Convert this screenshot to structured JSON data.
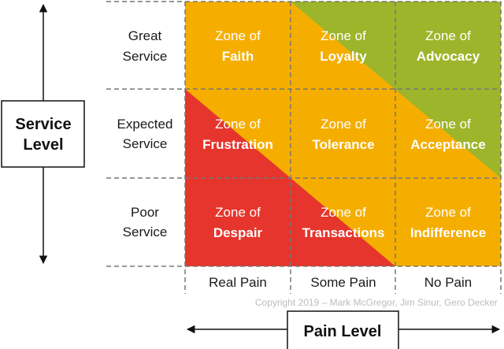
{
  "colors": {
    "orange": "#F5AE00",
    "green": "#9DB52A",
    "red": "#E6352C"
  },
  "y_axis": {
    "label_line1": "Service",
    "label_line2": "Level"
  },
  "x_axis": {
    "label": "Pain Level"
  },
  "rows": [
    {
      "line1": "Great",
      "line2": "Service"
    },
    {
      "line1": "Expected",
      "line2": "Service"
    },
    {
      "line1": "Poor",
      "line2": "Service"
    }
  ],
  "columns": [
    "Real Pain",
    "Some Pain",
    "No Pain"
  ],
  "zone_prefix": "Zone of",
  "zones": [
    [
      "Faith",
      "Loyalty",
      "Advocacy"
    ],
    [
      "Frustration",
      "Tolerance",
      "Acceptance"
    ],
    [
      "Despair",
      "Transactions",
      "Indifference"
    ]
  ],
  "copyright": "Copyright 2019 – Mark McGregor, Jim Sinur, Gero Decker"
}
